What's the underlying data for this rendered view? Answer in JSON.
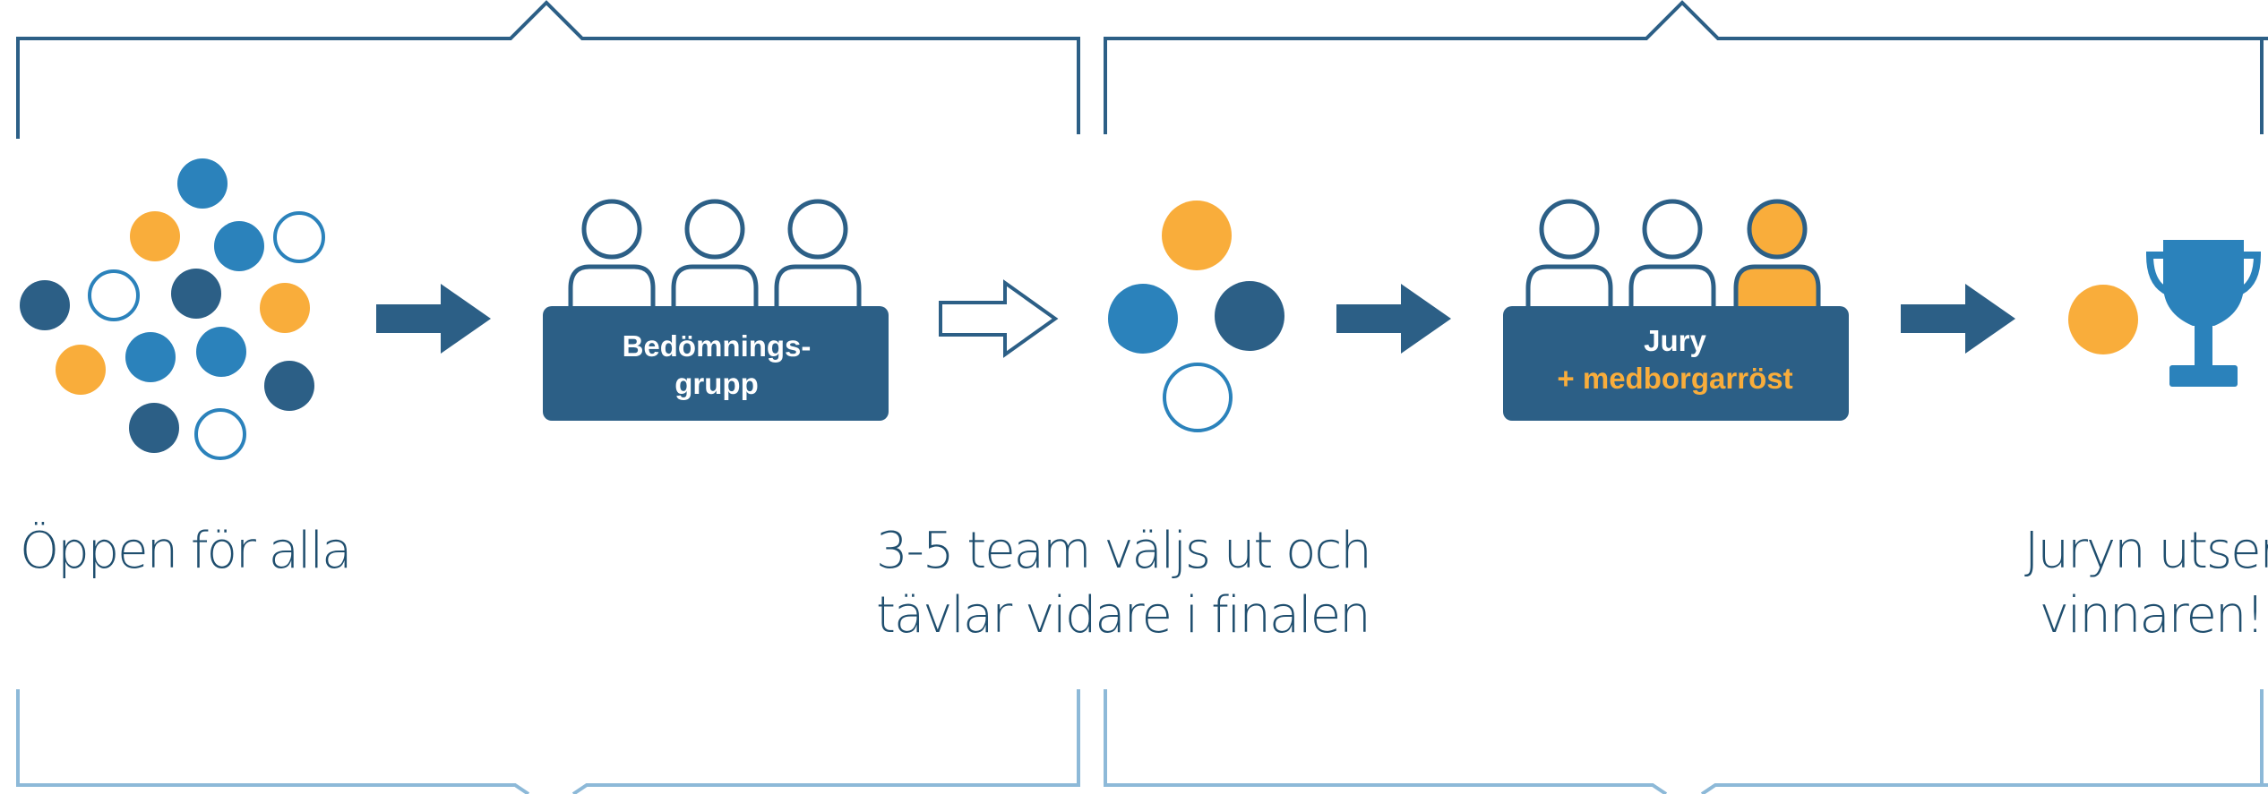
{
  "stages": {
    "open": {
      "caption": "Öppen för alla"
    },
    "selection": {
      "desk_label_line1": "Bedömnings-",
      "desk_label_line2": "grupp"
    },
    "finalists": {
      "caption_line1": "3-5 team väljs ut och",
      "caption_line2": "tävlar vidare i finalen"
    },
    "final": {
      "desk_label_line1": "Jury",
      "desk_label_line2": "+ medborgarröst"
    },
    "winner": {
      "caption_line1": "Juryn utser",
      "caption_line2": "vinnaren!"
    }
  },
  "colors": {
    "dark_blue": "#2c5f86",
    "mid_blue": "#2b82bb",
    "orange": "#f9ad3b",
    "light_blue": "#8db9d8",
    "text": "#1f4e6e"
  }
}
